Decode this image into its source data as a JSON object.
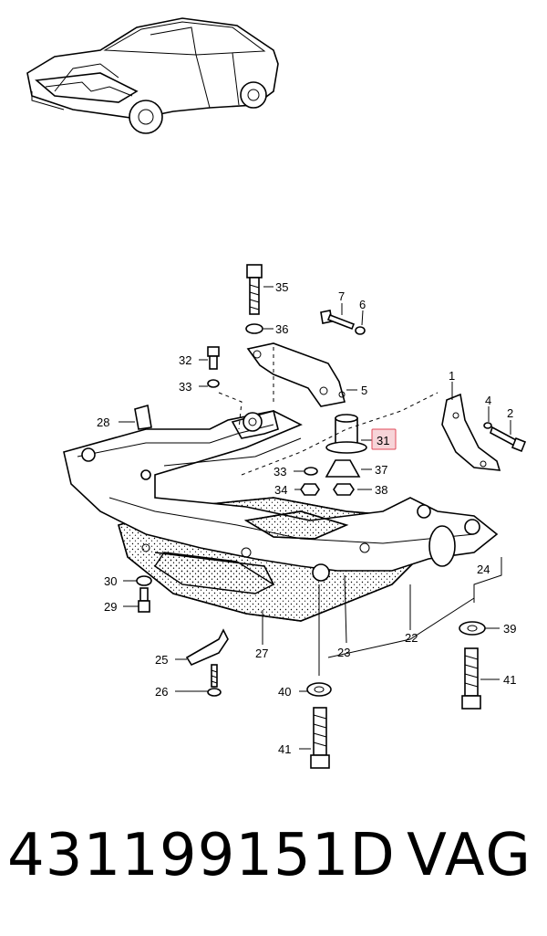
{
  "diagram": {
    "highlighted_part": "31",
    "labels": {
      "p1": "1",
      "p2": "2",
      "p4": "4",
      "p5": "5",
      "p6": "6",
      "p7": "7",
      "p22": "22",
      "p23": "23",
      "p24": "24",
      "p25": "25",
      "p26": "26",
      "p27": "27",
      "p28": "28",
      "p29": "29",
      "p30": "30",
      "p31": "31",
      "p32": "32",
      "p33a": "33",
      "p33b": "33",
      "p34": "34",
      "p35": "35",
      "p36": "36",
      "p37": "37",
      "p38": "38",
      "p39": "39",
      "p40": "40",
      "p41a": "41",
      "p41b": "41"
    },
    "colors": {
      "highlight_fill": "#f7d4d8",
      "highlight_border": "#e04a5a",
      "ink": "#000000"
    }
  },
  "footer": {
    "part_number": "431199151D",
    "brand": "VAG"
  }
}
